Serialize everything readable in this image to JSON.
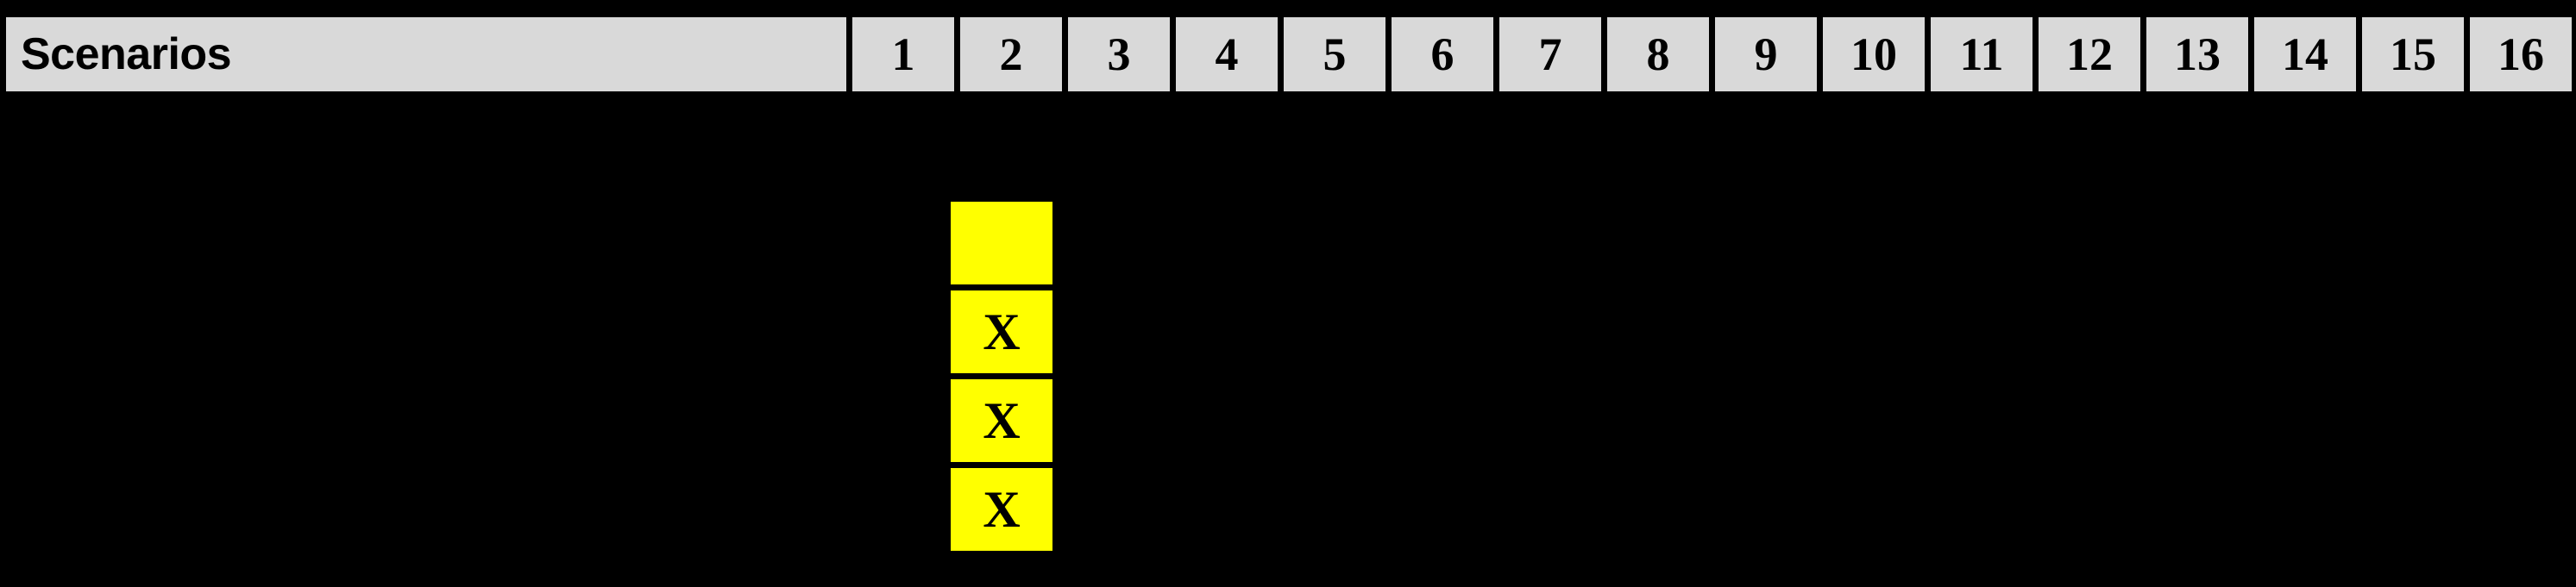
{
  "table": {
    "header": {
      "row_label": "Scenarios",
      "columns": [
        "1",
        "2",
        "3",
        "4",
        "5",
        "6",
        "7",
        "8",
        "9",
        "10",
        "11",
        "12",
        "13",
        "14",
        "15",
        "16"
      ]
    },
    "marker_column_label": "2",
    "marker_cells": [
      {
        "mark": ""
      },
      {
        "mark": "X"
      },
      {
        "mark": "X"
      },
      {
        "mark": "X"
      }
    ]
  },
  "colors": {
    "background": "#000000",
    "header_fill": "#d9d9d9",
    "marker_fill": "#ffff00",
    "border": "#000000",
    "text": "#000000"
  }
}
